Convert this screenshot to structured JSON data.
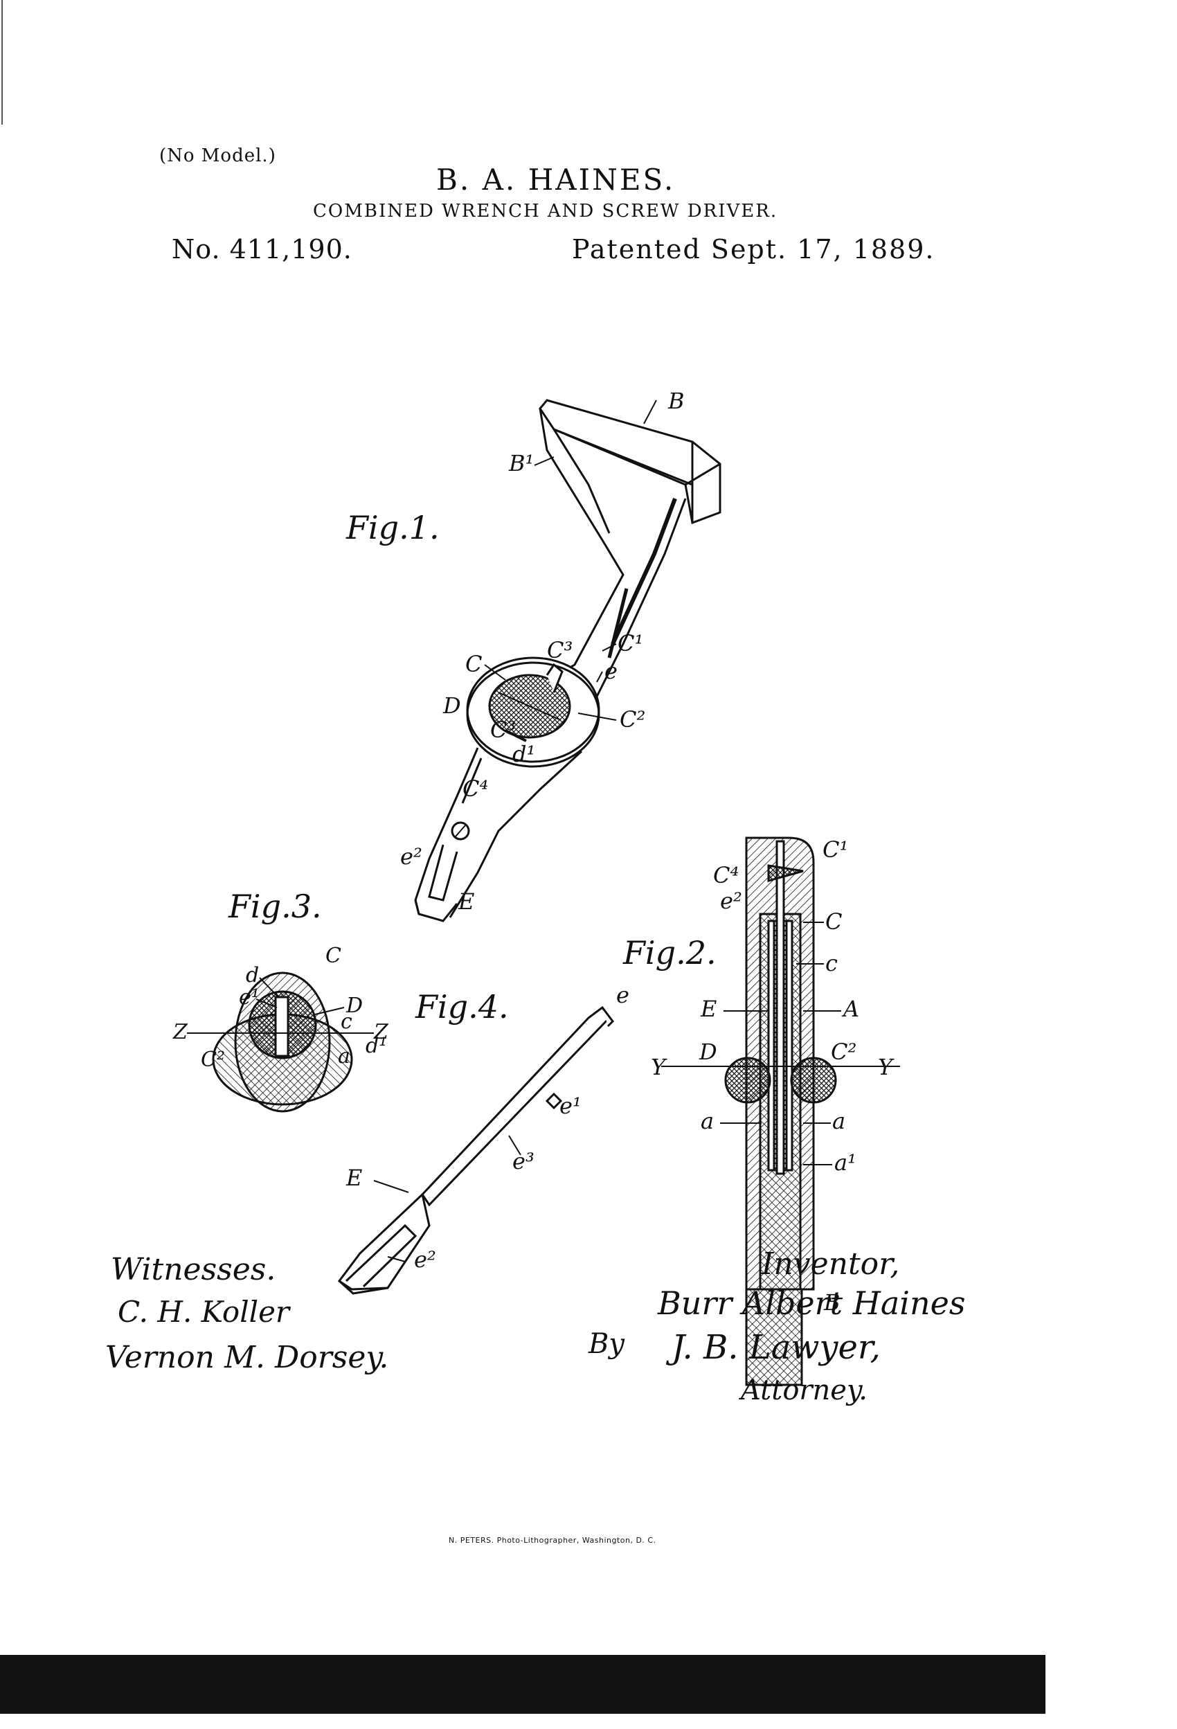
{
  "header": {
    "no_model": "(No Model.)",
    "inventor": "B. A. HAINES.",
    "title": "COMBINED WRENCH AND SCREW DRIVER.",
    "patent_number": "No. 411,190.",
    "patent_date": "Patented Sept. 17, 1889."
  },
  "figures": {
    "fig1": {
      "label": "Fig.1.",
      "refs": {
        "B": "B",
        "B1": "B¹",
        "C": "C",
        "C1": "C¹",
        "C2": "C²",
        "C3a": "C³",
        "C3b": "C³",
        "C4": "C⁴",
        "D": "D",
        "d1": "d¹",
        "e": "e",
        "e2": "e²",
        "E": "E"
      }
    },
    "fig2": {
      "label": "Fig.2.",
      "refs": {
        "C1": "C¹",
        "C4": "C⁴",
        "e2": "e²",
        "C": "C",
        "c": "c",
        "E": "E",
        "A": "A",
        "Y_left": "Y",
        "D": "D",
        "C2": "C²",
        "Y_right": "Y",
        "a_left": "a",
        "a_right": "a",
        "a1": "a¹",
        "B": "B"
      }
    },
    "fig3": {
      "label": "Fig.3.",
      "refs": {
        "C": "C",
        "d": "d",
        "e1": "e¹",
        "D": "D",
        "c": "c",
        "Z_left": "Z",
        "Z_right": "Z",
        "C2": "C²",
        "a": "a",
        "d1": "d¹"
      }
    },
    "fig4": {
      "label": "Fig.4.",
      "refs": {
        "e": "e",
        "e1": "e¹",
        "e3": "e³",
        "E": "E",
        "e2": "e²"
      }
    }
  },
  "signatures": {
    "witnesses_label": "Witnesses.",
    "witness_1": "C. H. Koller",
    "witness_2": "Vernon M. Dorsey.",
    "inventor_label": "Inventor,",
    "inventor_name": "Burr Albert Haines",
    "by_label": "By",
    "attorney_name": "J. B. Lawyer,",
    "attorney_label": "Attorney."
  },
  "footer": {
    "printer": "N. PETERS. Photo-Lithographer, Washington, D. C."
  }
}
